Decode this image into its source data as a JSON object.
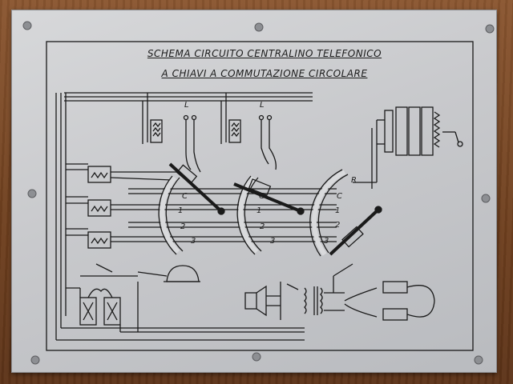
{
  "title": {
    "line1": "SCHEMA CIRCUITO CENTRALINO TELEFONICO",
    "line2": "A CHIAVI A COMMUTAZIONE CIRCOLARE"
  },
  "labels": {
    "line_1": "L",
    "line_2": "L",
    "sw1": [
      "C",
      "1",
      "2",
      "3"
    ],
    "sw2": [
      "C",
      "1",
      "2",
      "3"
    ],
    "sw3": [
      "R",
      "C",
      "1",
      "2",
      "3"
    ]
  },
  "colors": {
    "plate": "#c8c9cc",
    "ink": "#1a1a1a",
    "wood": "#7a4a25"
  }
}
